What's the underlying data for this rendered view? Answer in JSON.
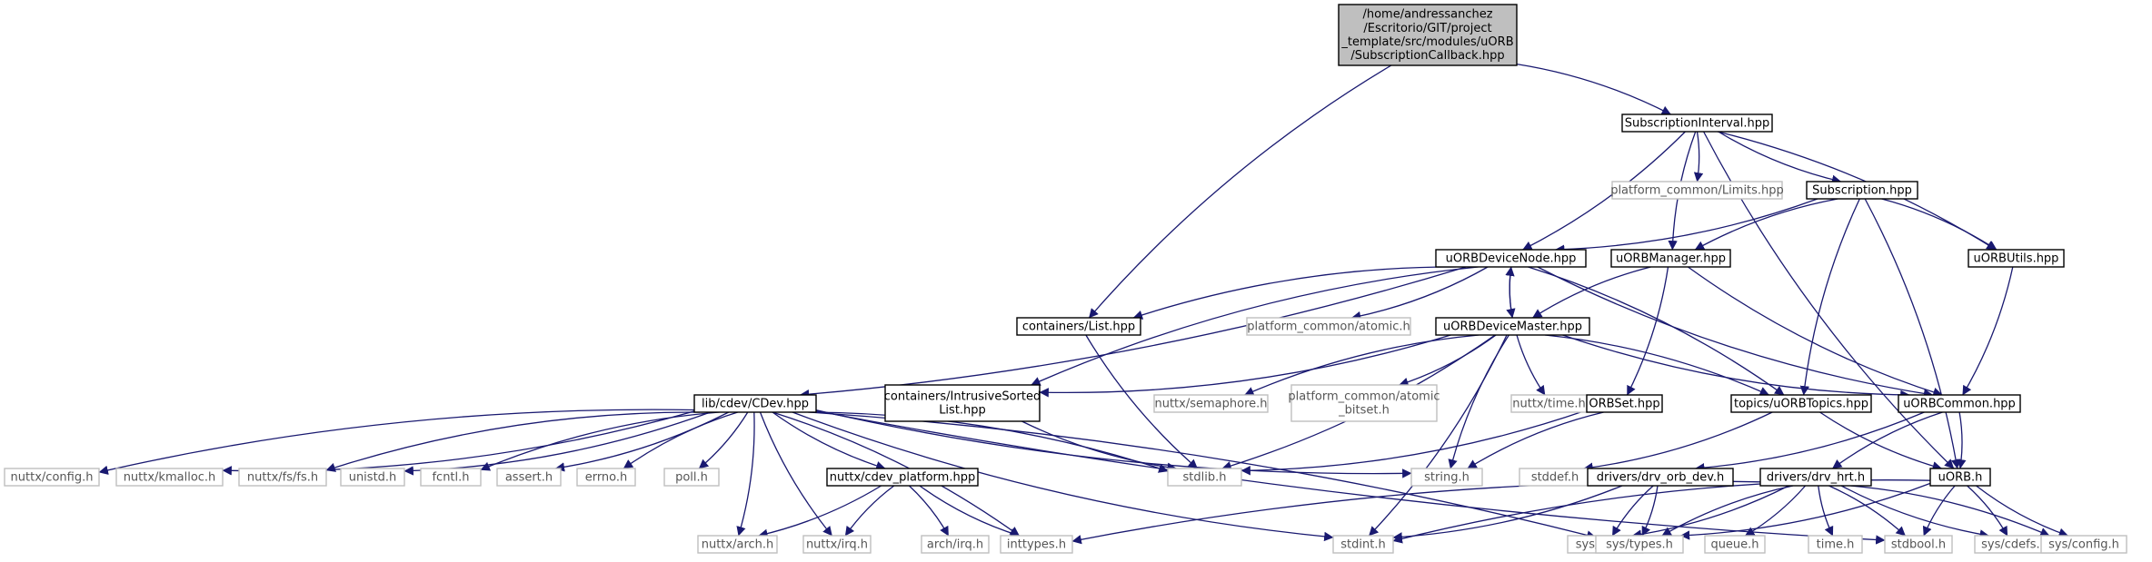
{
  "diagram": {
    "edge_color": "#191970",
    "root_fill": "#bfbfbf",
    "nodes": [
      {
        "id": "root",
        "kind": "root",
        "lines": [
          "/home/andressanchez",
          "/Escritorio/GIT/project",
          "_template/src/modules/uORB",
          "/SubscriptionCallback.hpp"
        ]
      },
      {
        "id": "subinterval",
        "kind": "doc",
        "lines": [
          "SubscriptionInterval.hpp"
        ]
      },
      {
        "id": "containers_list",
        "kind": "doc",
        "lines": [
          "containers/List.hpp"
        ]
      },
      {
        "id": "limits",
        "kind": "ext",
        "lines": [
          "platform_common/Limits.hpp"
        ]
      },
      {
        "id": "subscription",
        "kind": "doc",
        "lines": [
          "Subscription.hpp"
        ]
      },
      {
        "id": "devnode",
        "kind": "doc",
        "lines": [
          "uORBDeviceNode.hpp"
        ]
      },
      {
        "id": "manager",
        "kind": "doc",
        "lines": [
          "uORBManager.hpp"
        ]
      },
      {
        "id": "utils",
        "kind": "doc",
        "lines": [
          "uORBUtils.hpp"
        ]
      },
      {
        "id": "atomic",
        "kind": "ext",
        "lines": [
          "platform_common/atomic.h"
        ]
      },
      {
        "id": "devmaster",
        "kind": "doc",
        "lines": [
          "uORBDeviceMaster.hpp"
        ]
      },
      {
        "id": "cdev",
        "kind": "doc",
        "lines": [
          "lib/cdev/CDev.hpp"
        ]
      },
      {
        "id": "sortedlist",
        "kind": "doc",
        "lines": [
          "containers/IntrusiveSorted",
          "List.hpp"
        ]
      },
      {
        "id": "semaphore",
        "kind": "ext",
        "lines": [
          "nuttx/semaphore.h"
        ]
      },
      {
        "id": "atomic_bitset",
        "kind": "ext",
        "lines": [
          "platform_common/atomic",
          "_bitset.h"
        ]
      },
      {
        "id": "nuttx_time",
        "kind": "ext",
        "lines": [
          "nuttx/time.h"
        ]
      },
      {
        "id": "orbset",
        "kind": "doc",
        "lines": [
          "ORBSet.hpp"
        ]
      },
      {
        "id": "topics",
        "kind": "doc",
        "lines": [
          "topics/uORBTopics.hpp"
        ]
      },
      {
        "id": "common",
        "kind": "doc",
        "lines": [
          "uORBCommon.hpp"
        ]
      },
      {
        "id": "nuttx_config",
        "kind": "ext",
        "lines": [
          "nuttx/config.h"
        ]
      },
      {
        "id": "kmalloc",
        "kind": "ext",
        "lines": [
          "nuttx/kmalloc.h"
        ]
      },
      {
        "id": "fs",
        "kind": "ext",
        "lines": [
          "nuttx/fs/fs.h"
        ]
      },
      {
        "id": "unistd",
        "kind": "ext",
        "lines": [
          "unistd.h"
        ]
      },
      {
        "id": "fcntl",
        "kind": "ext",
        "lines": [
          "fcntl.h"
        ]
      },
      {
        "id": "assert",
        "kind": "ext",
        "lines": [
          "assert.h"
        ]
      },
      {
        "id": "errno",
        "kind": "ext",
        "lines": [
          "errno.h"
        ]
      },
      {
        "id": "poll",
        "kind": "ext",
        "lines": [
          "poll.h"
        ]
      },
      {
        "id": "cdev_platform",
        "kind": "doc",
        "lines": [
          "nuttx/cdev_platform.hpp"
        ]
      },
      {
        "id": "stdlib",
        "kind": "ext",
        "lines": [
          "stdlib.h"
        ]
      },
      {
        "id": "string",
        "kind": "ext",
        "lines": [
          "string.h"
        ]
      },
      {
        "id": "stddef",
        "kind": "ext",
        "lines": [
          "stddef.h"
        ]
      },
      {
        "id": "drv_orb_dev",
        "kind": "doc",
        "lines": [
          "drivers/drv_orb_dev.h"
        ]
      },
      {
        "id": "drv_hrt",
        "kind": "doc",
        "lines": [
          "drivers/drv_hrt.h"
        ]
      },
      {
        "id": "uorb_h",
        "kind": "doc",
        "lines": [
          "uORB.h"
        ]
      },
      {
        "id": "arch",
        "kind": "ext",
        "lines": [
          "nuttx/arch.h"
        ]
      },
      {
        "id": "irq",
        "kind": "ext",
        "lines": [
          "nuttx/irq.h"
        ]
      },
      {
        "id": "arch_irq",
        "kind": "ext",
        "lines": [
          "arch/irq.h"
        ]
      },
      {
        "id": "inttypes",
        "kind": "ext",
        "lines": [
          "inttypes.h"
        ]
      },
      {
        "id": "stdint",
        "kind": "ext",
        "lines": [
          "stdint.h"
        ]
      },
      {
        "id": "ioctl",
        "kind": "ext",
        "lines": [
          "sys/ioctl.h"
        ]
      },
      {
        "id": "sys_types",
        "kind": "ext",
        "lines": [
          "sys/types.h"
        ]
      },
      {
        "id": "queue",
        "kind": "ext",
        "lines": [
          "queue.h"
        ]
      },
      {
        "id": "time_h",
        "kind": "ext",
        "lines": [
          "time.h"
        ]
      },
      {
        "id": "stdbool",
        "kind": "ext",
        "lines": [
          "stdbool.h"
        ]
      },
      {
        "id": "cdefs",
        "kind": "ext",
        "lines": [
          "sys/cdefs.h"
        ]
      },
      {
        "id": "sys_config",
        "kind": "ext",
        "lines": [
          "sys/config.h"
        ]
      }
    ],
    "edges": [
      [
        "root",
        "subinterval"
      ],
      [
        "root",
        "containers_list"
      ],
      [
        "subinterval",
        "limits"
      ],
      [
        "subinterval",
        "subscription"
      ],
      [
        "subinterval",
        "devnode"
      ],
      [
        "subinterval",
        "manager"
      ],
      [
        "subinterval",
        "utils"
      ],
      [
        "subinterval",
        "uorb_h"
      ],
      [
        "subscription",
        "devnode"
      ],
      [
        "subscription",
        "manager"
      ],
      [
        "subscription",
        "utils"
      ],
      [
        "subscription",
        "topics"
      ],
      [
        "subscription",
        "uorb_h"
      ],
      [
        "devnode",
        "containers_list"
      ],
      [
        "devnode",
        "atomic"
      ],
      [
        "devnode",
        "devmaster"
      ],
      [
        "devnode",
        "cdev"
      ],
      [
        "devnode",
        "sortedlist"
      ],
      [
        "devnode",
        "topics"
      ],
      [
        "devnode",
        "common"
      ],
      [
        "devmaster",
        "devnode"
      ],
      [
        "manager",
        "devmaster"
      ],
      [
        "manager",
        "orbset"
      ],
      [
        "manager",
        "common"
      ],
      [
        "utils",
        "common"
      ],
      [
        "containers_list",
        "stdlib"
      ],
      [
        "devmaster",
        "sortedlist"
      ],
      [
        "devmaster",
        "semaphore"
      ],
      [
        "devmaster",
        "atomic_bitset"
      ],
      [
        "devmaster",
        "nuttx_time"
      ],
      [
        "devmaster",
        "topics"
      ],
      [
        "devmaster",
        "common"
      ],
      [
        "devmaster",
        "stdlib"
      ],
      [
        "devmaster",
        "string"
      ],
      [
        "devmaster",
        "stdint"
      ],
      [
        "sortedlist",
        "stdlib"
      ],
      [
        "orbset",
        "stdlib"
      ],
      [
        "orbset",
        "string"
      ],
      [
        "topics",
        "stddef"
      ],
      [
        "topics",
        "uorb_h"
      ],
      [
        "common",
        "drv_orb_dev"
      ],
      [
        "common",
        "drv_hrt"
      ],
      [
        "common",
        "uorb_h"
      ],
      [
        "cdev",
        "nuttx_config"
      ],
      [
        "cdev",
        "kmalloc"
      ],
      [
        "cdev",
        "fs"
      ],
      [
        "cdev",
        "unistd"
      ],
      [
        "cdev",
        "fcntl"
      ],
      [
        "cdev",
        "assert"
      ],
      [
        "cdev",
        "errno"
      ],
      [
        "cdev",
        "poll"
      ],
      [
        "cdev",
        "cdev_platform"
      ],
      [
        "cdev",
        "stdlib"
      ],
      [
        "cdev",
        "string"
      ],
      [
        "cdev",
        "arch"
      ],
      [
        "cdev",
        "irq"
      ],
      [
        "cdev",
        "inttypes"
      ],
      [
        "cdev",
        "stdint"
      ],
      [
        "cdev",
        "sys_types"
      ],
      [
        "cdev",
        "stdbool"
      ],
      [
        "cdev_platform",
        "arch"
      ],
      [
        "cdev_platform",
        "irq"
      ],
      [
        "cdev_platform",
        "arch_irq"
      ],
      [
        "cdev_platform",
        "inttypes"
      ],
      [
        "drv_orb_dev",
        "stdint"
      ],
      [
        "drv_orb_dev",
        "ioctl"
      ],
      [
        "drv_orb_dev",
        "sys_types"
      ],
      [
        "drv_hrt",
        "inttypes"
      ],
      [
        "drv_hrt",
        "ioctl"
      ],
      [
        "drv_hrt",
        "sys_types"
      ],
      [
        "drv_hrt",
        "queue"
      ],
      [
        "drv_hrt",
        "time_h"
      ],
      [
        "drv_hrt",
        "stdbool"
      ],
      [
        "drv_hrt",
        "cdefs"
      ],
      [
        "drv_hrt",
        "sys_config"
      ],
      [
        "uorb_h",
        "stdint"
      ],
      [
        "uorb_h",
        "sys_types"
      ],
      [
        "uorb_h",
        "stdbool"
      ],
      [
        "uorb_h",
        "cdefs"
      ],
      [
        "uorb_h",
        "sys_config"
      ]
    ]
  }
}
